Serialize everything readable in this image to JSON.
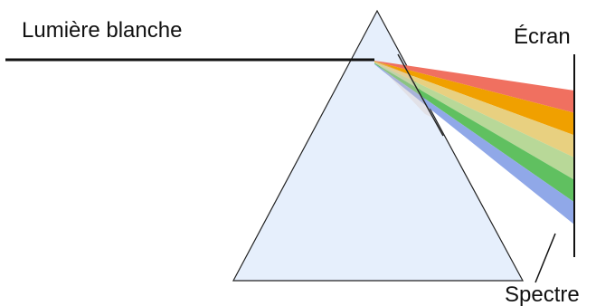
{
  "labels": {
    "incident_light": "Lumière blanche",
    "screen": "Écran",
    "spectrum": "Spectre"
  },
  "spectrum_bands": [
    {
      "color": "red",
      "hex": "#f07060"
    },
    {
      "color": "orange",
      "hex": "#f0a000"
    },
    {
      "color": "yellow",
      "hex": "#e8d080"
    },
    {
      "color": "light-green",
      "hex": "#b8d898"
    },
    {
      "color": "green",
      "hex": "#60c060"
    },
    {
      "color": "blue",
      "hex": "#90a8e8"
    }
  ],
  "colors": {
    "prism_fill": "#e6effc",
    "prism_stroke": "#222222",
    "beam": "#111111",
    "screen": "#111111"
  }
}
